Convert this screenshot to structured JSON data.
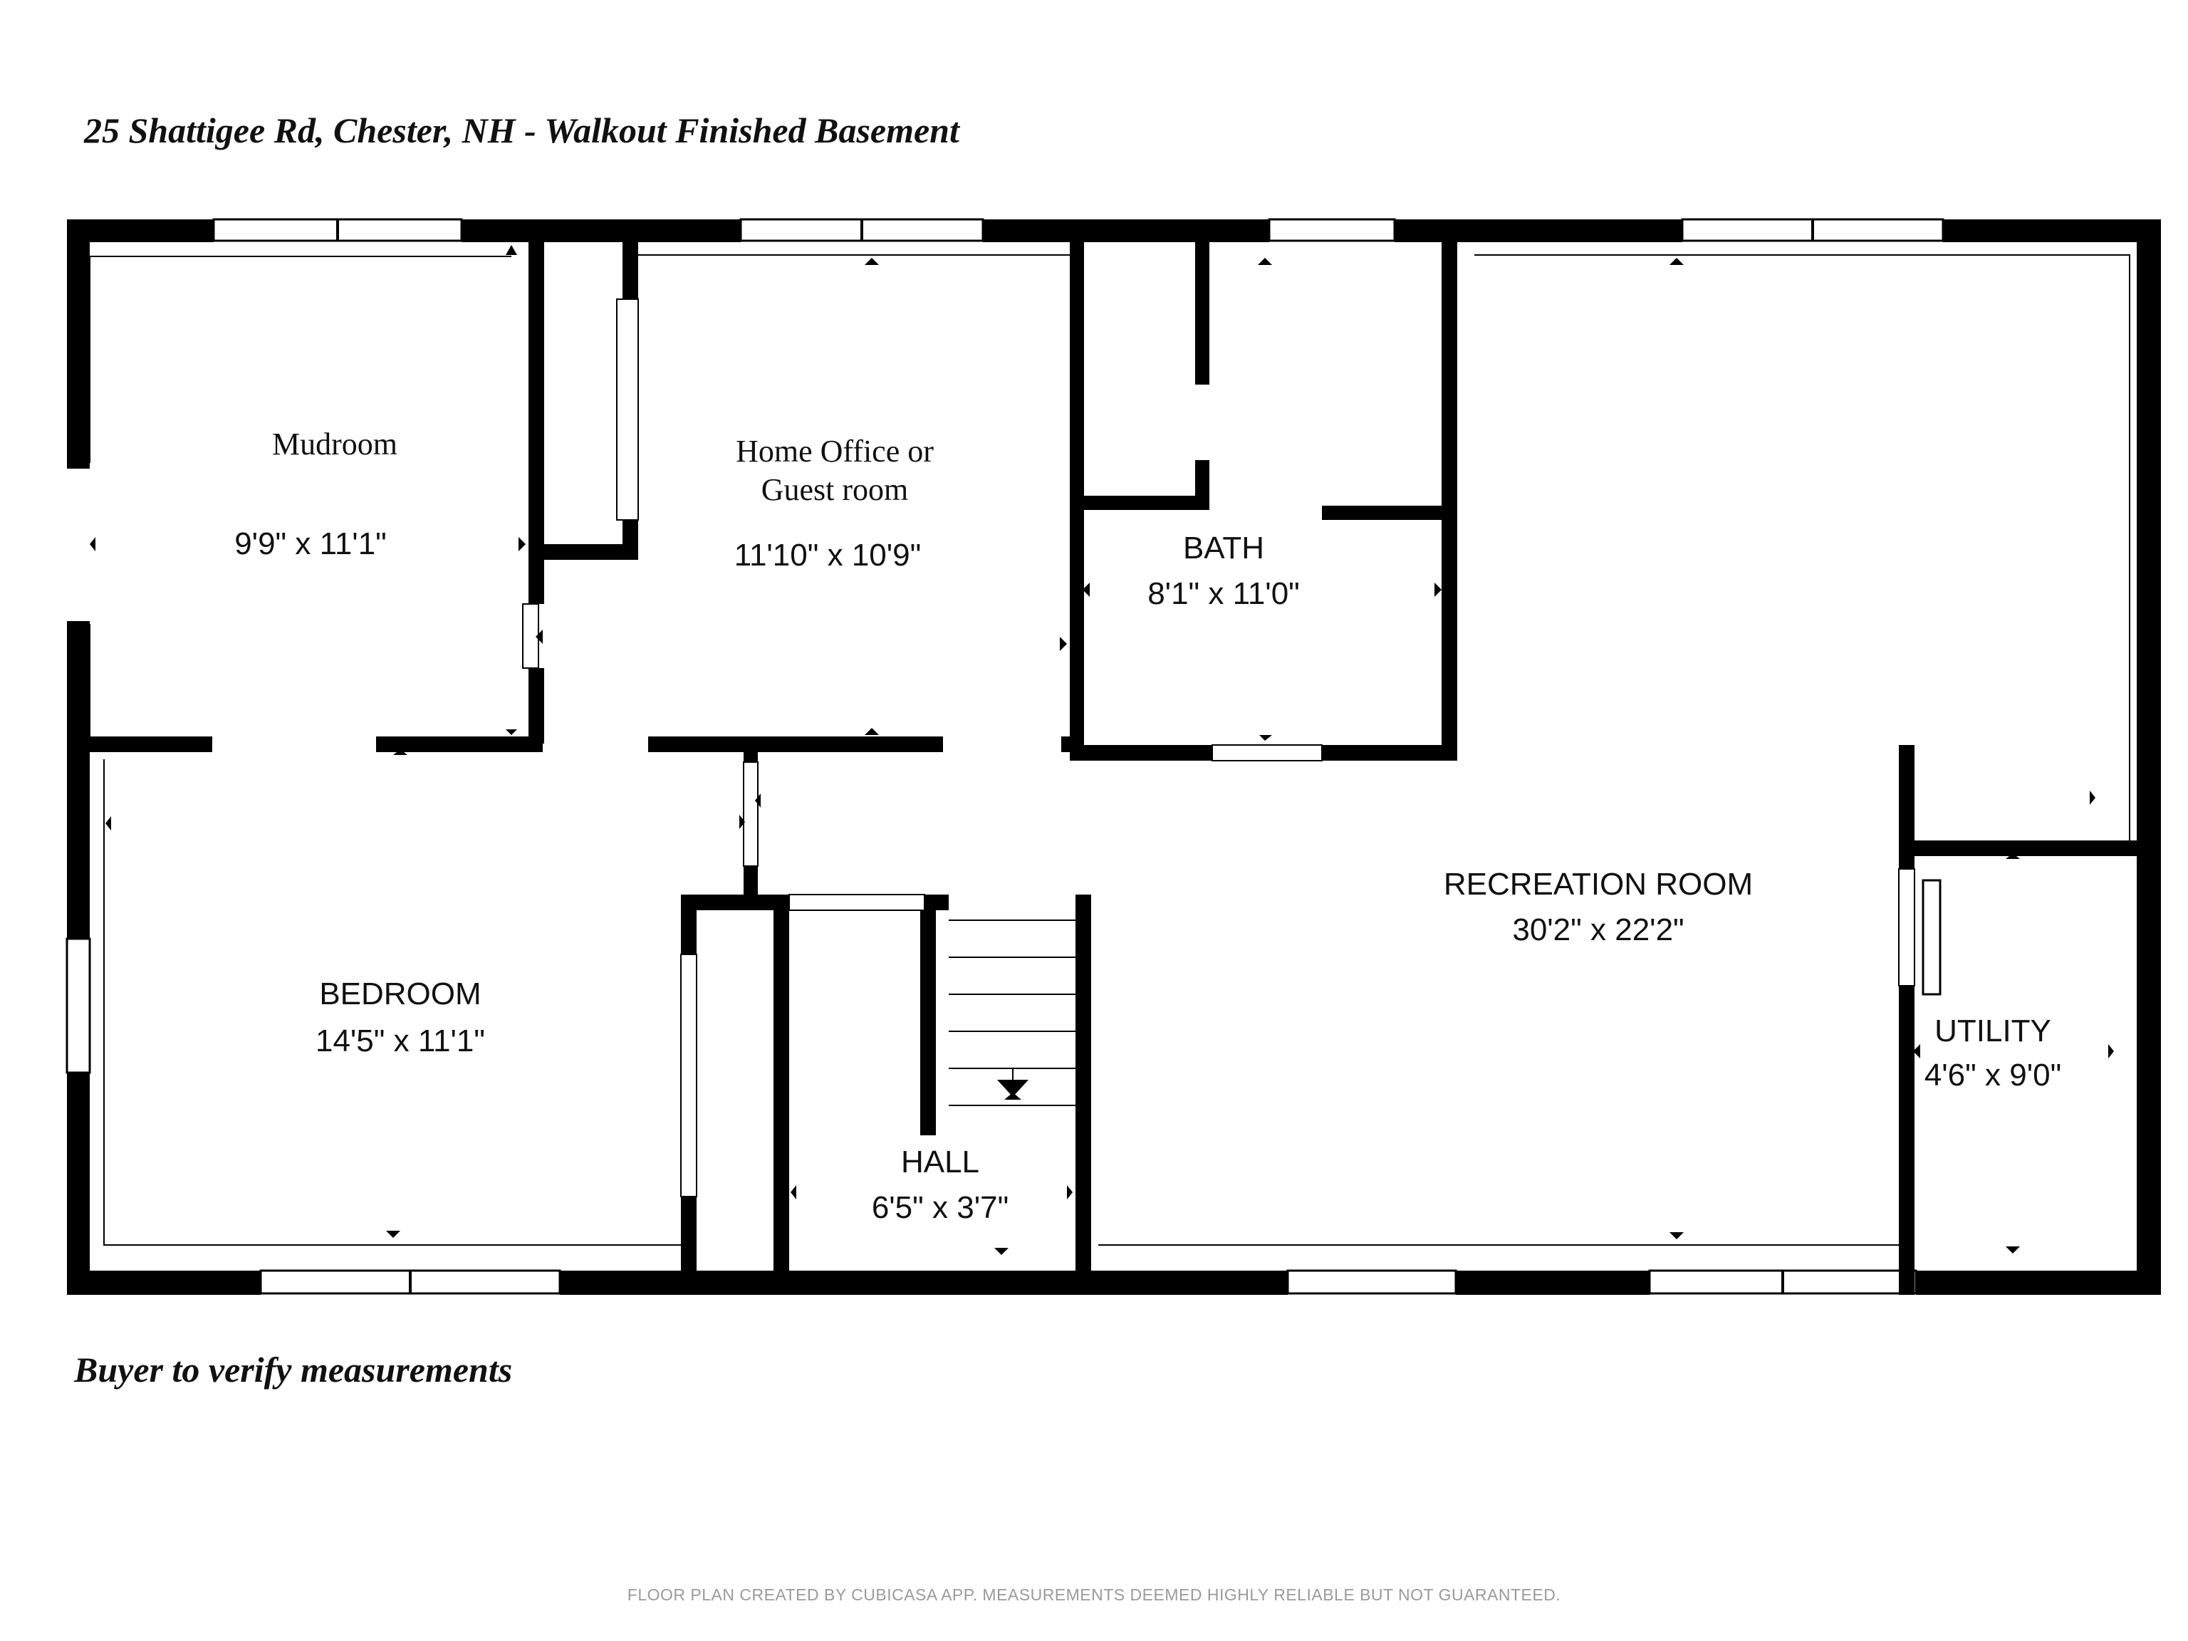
{
  "title": "25 Shattigee Rd, Chester, NH - Walkout Finished Basement",
  "note": "Buyer to verify measurements",
  "footer": "FLOOR PLAN CREATED BY CUBICASA APP. MEASUREMENTS DEEMED HIGHLY RELIABLE BUT NOT GUARANTEED.",
  "rooms": {
    "mudroom": {
      "name": "Mudroom",
      "dims": "9'9\" x 11'1\""
    },
    "office": {
      "name_line1": "Home Office or",
      "name_line2": "Guest room",
      "dims": "11'10\" x 10'9\""
    },
    "bath": {
      "name": "BATH",
      "dims": "8'1\" x 11'0\""
    },
    "recreation": {
      "name": "RECREATION ROOM",
      "dims": "30'2\" x 22'2\""
    },
    "bedroom": {
      "name": "BEDROOM",
      "dims": "14'5\" x 11'1\""
    },
    "hall": {
      "name": "HALL",
      "dims": "6'5\" x 3'7\""
    },
    "utility": {
      "name": "UTILITY",
      "dims": "4'6\" x 9'0\""
    }
  }
}
